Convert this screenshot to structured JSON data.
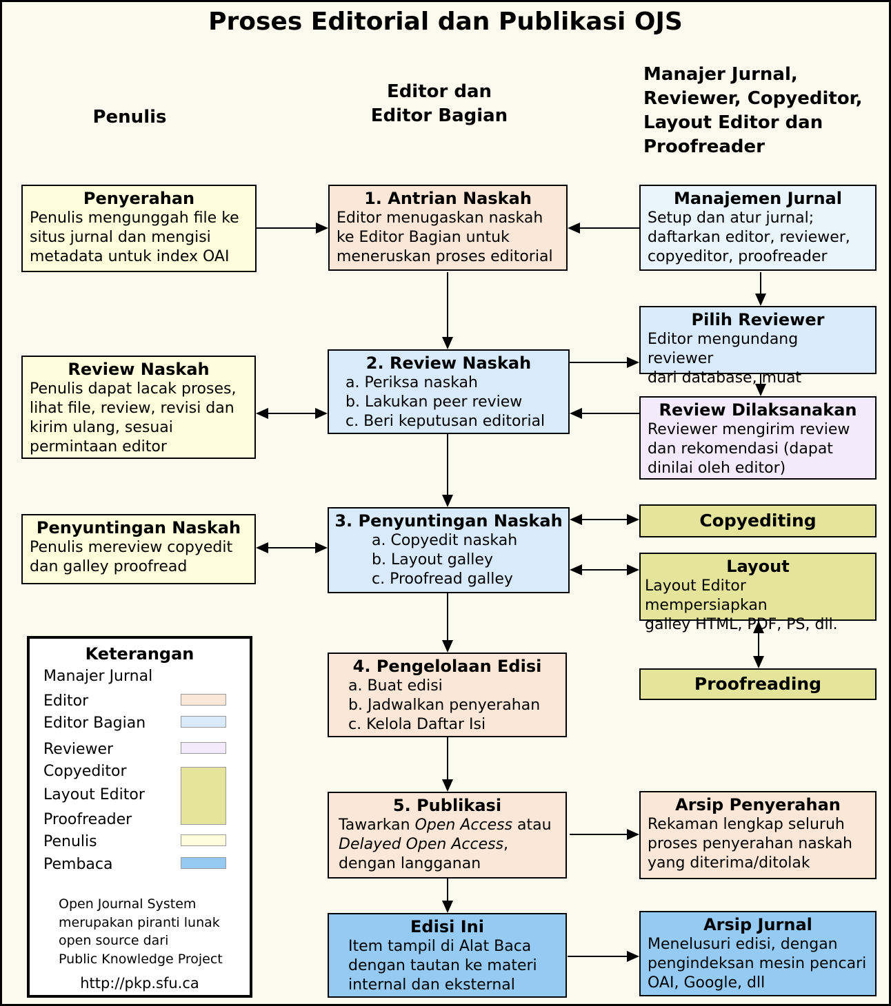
{
  "title": "Proses Editorial dan Publikasi OJS",
  "columns": {
    "penulis": "Penulis",
    "editor": "Editor dan\nEditor Bagian",
    "manajer": "Manajer Jurnal,\nReviewer, Copyeditor,\nLayout Editor dan\nProofreader"
  },
  "boxes": {
    "penyerahan": {
      "title": "Penyerahan",
      "body": "Penulis mengunggah file ke\nsitus jurnal dan mengisi\nmetadata untuk index OAI"
    },
    "antrian": {
      "title": "1. Antrian Naskah",
      "body": "Editor menugaskan naskah\nke Editor Bagian untuk\nmeneruskan proses editorial"
    },
    "manajemen": {
      "title": "Manajemen Jurnal",
      "body": "Setup dan atur jurnal;\ndaftarkan editor, reviewer,\ncopyeditor, proofreader"
    },
    "review_naskah_penulis": {
      "title": "Review Naskah",
      "body": "Penulis dapat lacak proses,\nlihat file, review, revisi dan\nkirim ulang, sesuai\npermintaan editor"
    },
    "review_naskah": {
      "title": "2. Review Naskah",
      "items": [
        "a. Periksa naskah",
        "b. Lakukan peer review",
        "c. Beri keputusan editorial"
      ]
    },
    "pilih_reviewer": {
      "title": "Pilih Reviewer",
      "body": "Editor mengundang reviewer\ndari database, muat"
    },
    "review_dilaksanakan": {
      "title": "Review Dilaksanakan",
      "body": "Reviewer mengirim review\ndan rekomendasi (dapat\ndinilai oleh editor)"
    },
    "penyuntingan_penulis": {
      "title": "Penyuntingan Naskah",
      "body": "Penulis mereview copyedit\ndan galley proofread"
    },
    "penyuntingan": {
      "title": "3. Penyuntingan Naskah",
      "items": [
        "a. Copyedit naskah",
        "b. Layout galley",
        "c. Proofread galley"
      ]
    },
    "copyediting": {
      "title": "Copyediting"
    },
    "layout": {
      "title": "Layout",
      "body": "Layout Editor mempersiapkan\ngalley HTML, PDF, PS, dll."
    },
    "pengelolaan": {
      "title": "4. Pengelolaan Edisi",
      "items": [
        "a. Buat edisi",
        "b. Jadwalkan penyerahan",
        "c. Kelola Daftar Isi"
      ]
    },
    "proofreading": {
      "title": "Proofreading"
    },
    "publikasi": {
      "title": "5. Publikasi",
      "t1": "Tawarkan ",
      "i1": "Open Access",
      "t2": " atau",
      "i2": "Delayed Open Access",
      "t3": ",",
      "t4": "dengan langganan"
    },
    "arsip_penyerahan": {
      "title": "Arsip Penyerahan",
      "body": "Rekaman lengkap seluruh\nproses penyerahan naskah\nyang diterima/ditolak"
    },
    "edisi_ini": {
      "title": "Edisi Ini",
      "body": "Item tampil di Alat Baca\ndengan tautan ke materi\ninternal dan eksternal"
    },
    "arsip_jurnal": {
      "title": "Arsip Jurnal",
      "body": "Menelusuri edisi, dengan\npengindeksan mesin pencari\nOAI, Google, dll"
    }
  },
  "legend": {
    "title": "Keterangan",
    "manajer_jurnal": "Manajer Jurnal",
    "editor": "Editor",
    "editor_bagian": "Editor Bagian",
    "reviewer": "Reviewer",
    "copyeditor": "Copyeditor",
    "layout_editor": "Layout Editor",
    "proofreader": "Proofreader",
    "penulis": "Penulis",
    "pembaca": "Pembaca",
    "note": "Open Journal System\nmerupakan piranti lunak\nopen source dari\nPublic Knowledge Project",
    "url": "http://pkp.sfu.ca"
  },
  "colors": {
    "background": "#FAFAEE",
    "editor": "#FAE7D7",
    "editor_bagian": "#D9EAFB",
    "manajer_jurnal_box": "#E9F5FB",
    "reviewer": "#F3EBFB",
    "copyeditor_layout_proofreader": "#E4E49B",
    "penulis": "#FEFEDC",
    "pembaca": "#95CAF2"
  }
}
